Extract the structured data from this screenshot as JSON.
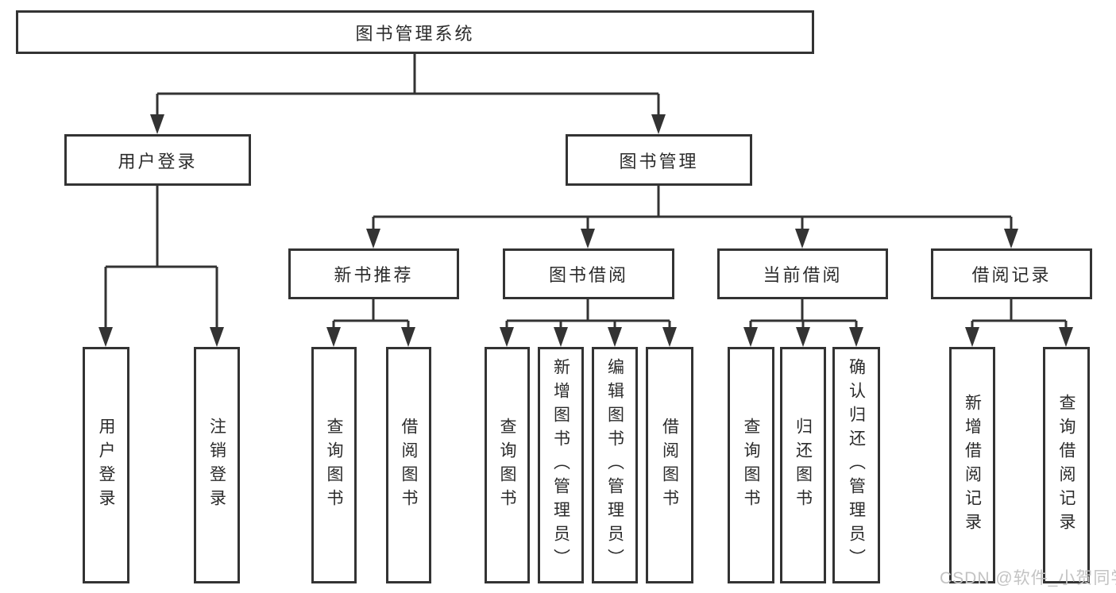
{
  "colors": {
    "line": "#333333",
    "box_border": "#333333",
    "box_background": "#ffffff",
    "text": "#2b2b2b",
    "watermark": "#c3c3c3",
    "page_background": "#ffffff"
  },
  "watermark": {
    "text": "CSDN @软件_小贺同学"
  },
  "tree": {
    "label": "图书管理系统",
    "children": [
      {
        "label": "用户登录",
        "children": [
          {
            "label": "用户登录"
          },
          {
            "label": "注销登录"
          }
        ]
      },
      {
        "label": "图书管理",
        "children": [
          {
            "label": "新书推荐",
            "children": [
              {
                "label": "查询图书"
              },
              {
                "label": "借阅图书"
              }
            ]
          },
          {
            "label": "图书借阅",
            "children": [
              {
                "label": "查询图书"
              },
              {
                "label": "新增图书（管理员）"
              },
              {
                "label": "编辑图书（管理员）"
              },
              {
                "label": "借阅图书"
              }
            ]
          },
          {
            "label": "当前借阅",
            "children": [
              {
                "label": "查询图书"
              },
              {
                "label": "归还图书"
              },
              {
                "label": "确认归还（管理员）"
              }
            ]
          },
          {
            "label": "借阅记录",
            "children": [
              {
                "label": "新增借阅记录"
              },
              {
                "label": "查询借阅记录"
              }
            ]
          }
        ]
      }
    ]
  }
}
